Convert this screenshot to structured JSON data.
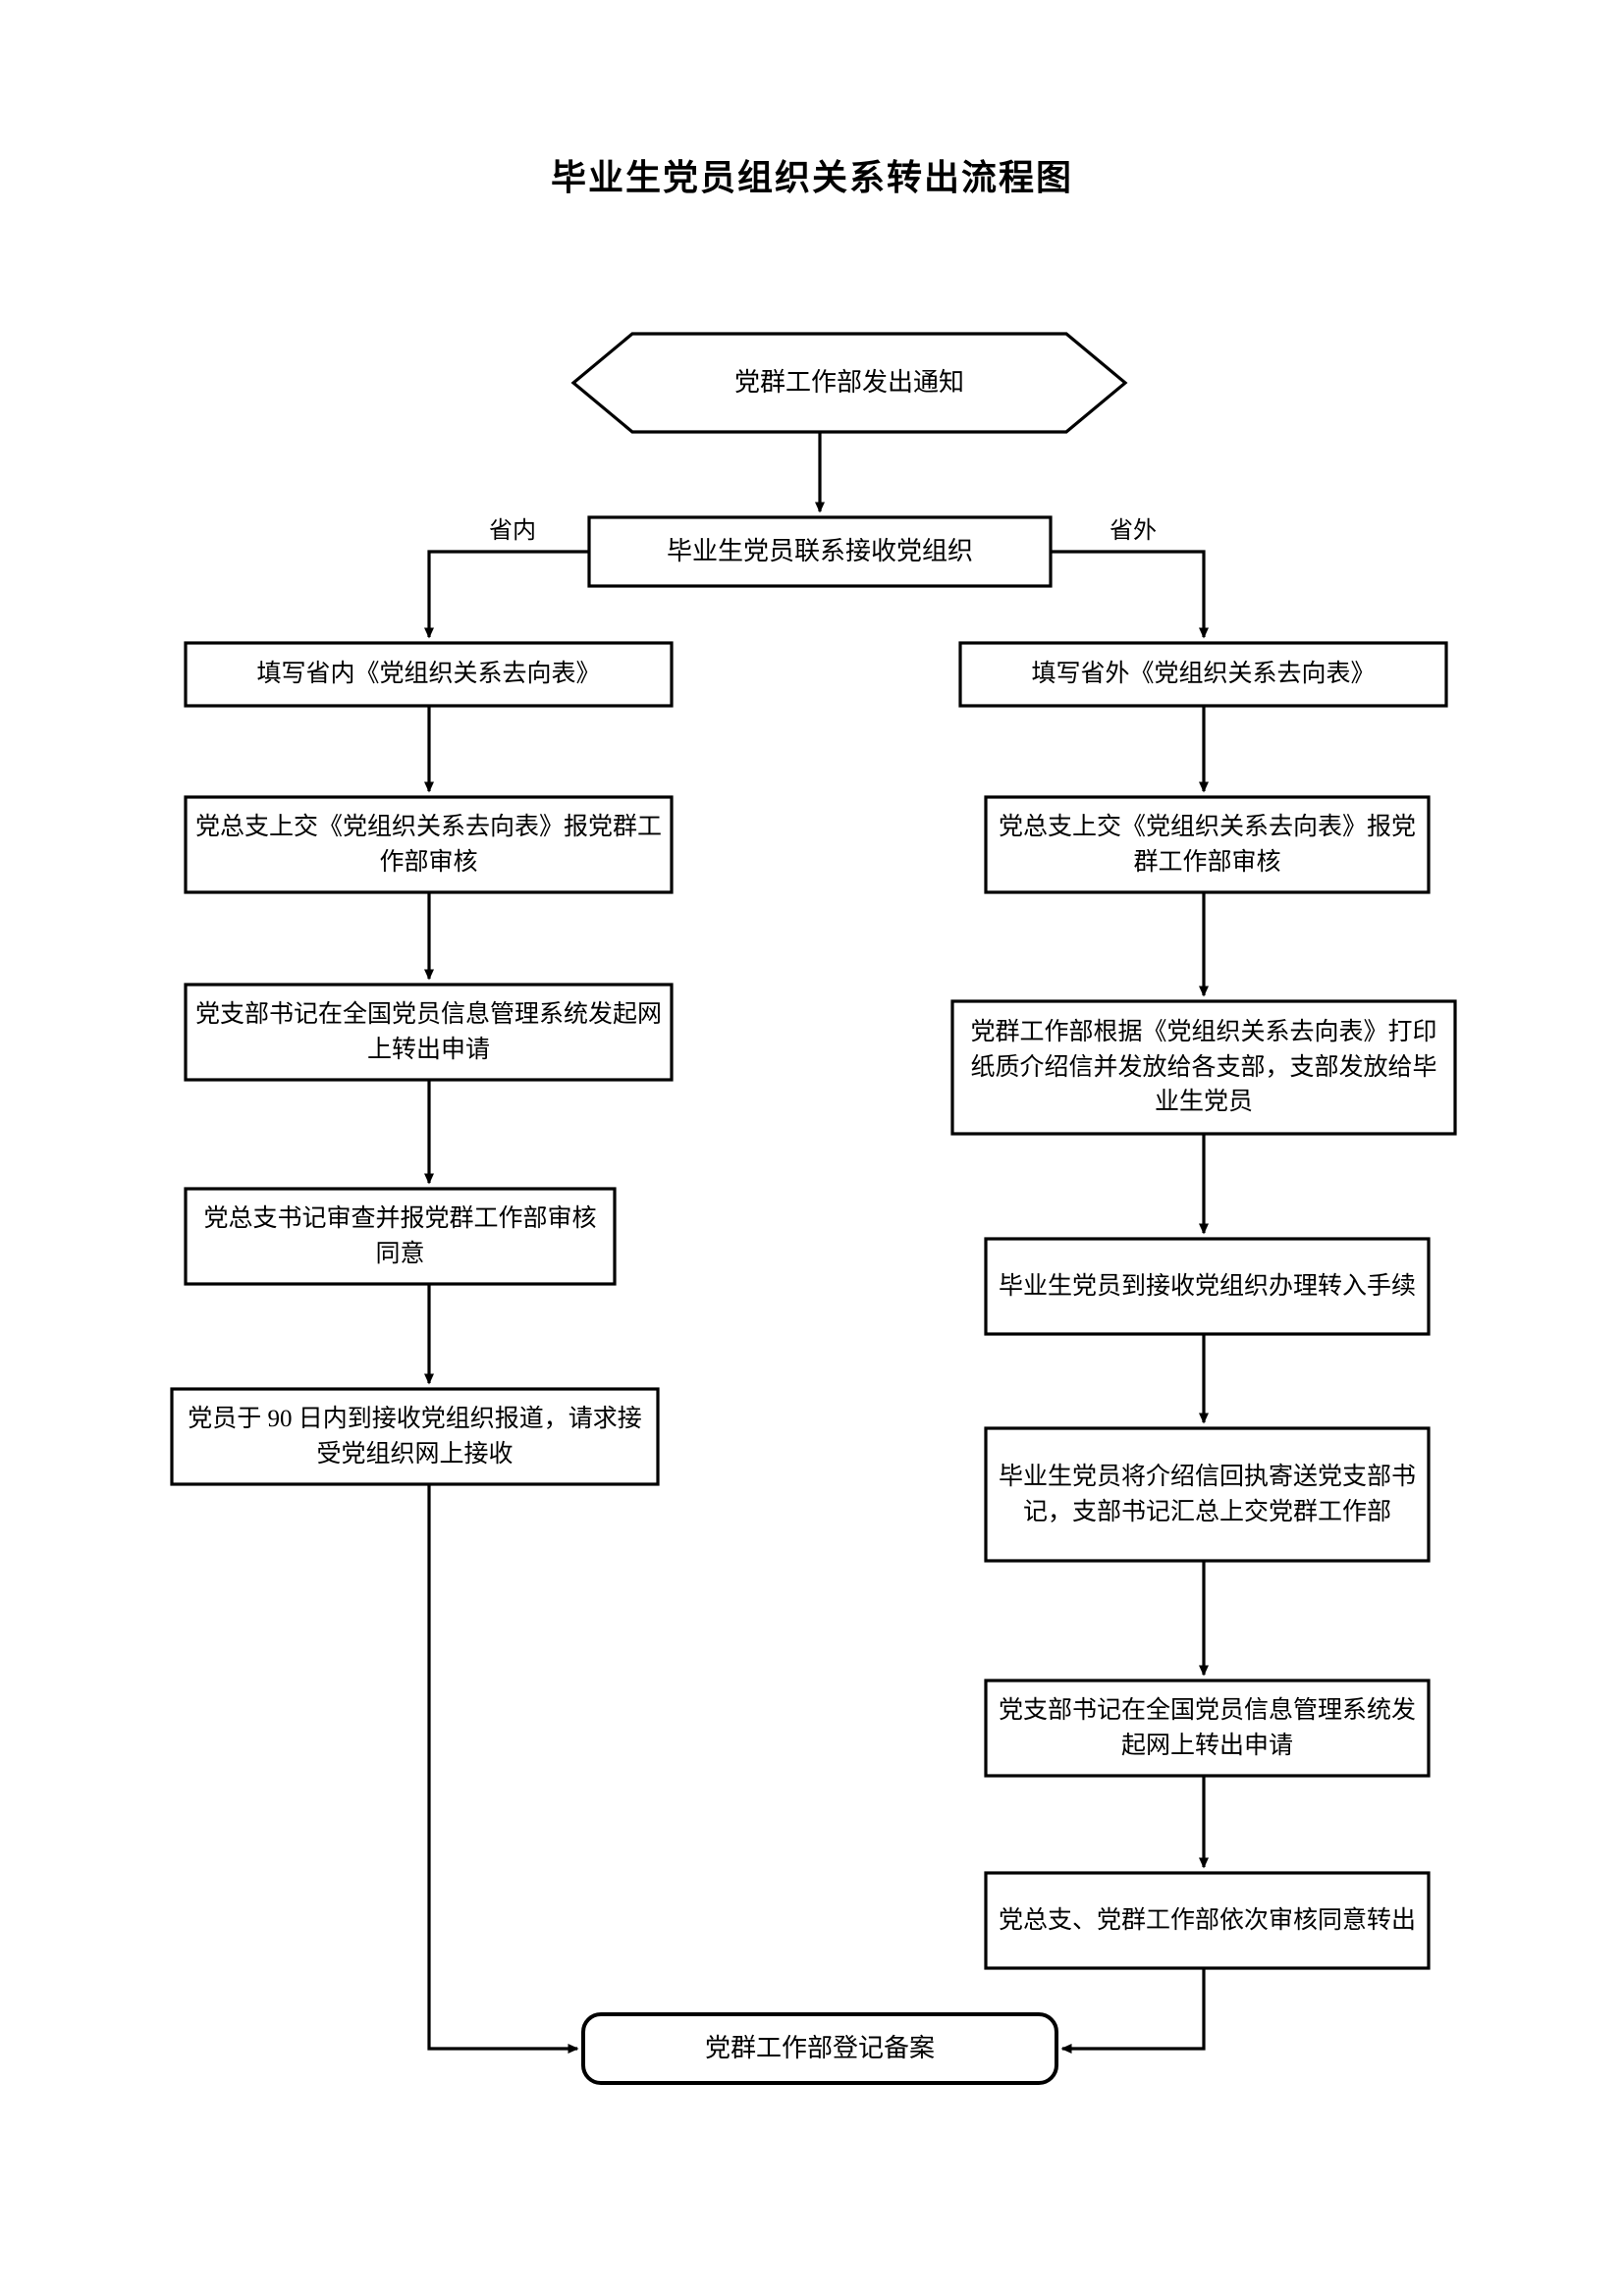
{
  "document": {
    "title": "毕业生党员组织关系转出流程图",
    "page_background": "#ffffff",
    "line_color": "#000000"
  },
  "chart_data": {
    "type": "diagram",
    "diagram_kind": "flowchart",
    "title": "毕业生党员组织关系转出流程图",
    "orientation": "top-to-bottom",
    "nodes": [
      {
        "id": "n1",
        "shape": "hexagon",
        "label": "党群工作部发出通知",
        "column": "center"
      },
      {
        "id": "n2",
        "shape": "rectangle",
        "label": "毕业生党员联系接收党组织",
        "column": "center"
      },
      {
        "id": "L1",
        "shape": "rectangle",
        "label": "填写省内《党组织关系去向表》",
        "column": "left"
      },
      {
        "id": "L2",
        "shape": "rectangle",
        "label": "党总支上交《党组织关系去向表》报党群工作部审核",
        "column": "left"
      },
      {
        "id": "L3",
        "shape": "rectangle",
        "label": "党支部书记在全国党员信息管理系统发起网上转出申请",
        "column": "left"
      },
      {
        "id": "L4",
        "shape": "rectangle",
        "label": "党总支书记审查并报党群工作部审核同意",
        "column": "left"
      },
      {
        "id": "L5",
        "shape": "rectangle",
        "label": "党员于 90 日内到接收党组织报道，请求接受党组织网上接收",
        "column": "left"
      },
      {
        "id": "R1",
        "shape": "rectangle",
        "label": "填写省外《党组织关系去向表》",
        "column": "right"
      },
      {
        "id": "R2",
        "shape": "rectangle",
        "label": "党总支上交《党组织关系去向表》报党群工作部审核",
        "column": "right"
      },
      {
        "id": "R3",
        "shape": "rectangle",
        "label": "党群工作部根据《党组织关系去向表》打印纸质介绍信并发放给各支部，支部发放给毕业生党员",
        "column": "right"
      },
      {
        "id": "R4",
        "shape": "rectangle",
        "label": "毕业生党员到接收党组织办理转入手续",
        "column": "right"
      },
      {
        "id": "R5",
        "shape": "rectangle",
        "label": "毕业生党员将介绍信回执寄送党支部书记，支部书记汇总上交党群工作部",
        "column": "right"
      },
      {
        "id": "R6",
        "shape": "rectangle",
        "label": "党支部书记在全国党员信息管理系统发起网上转出申请",
        "column": "right"
      },
      {
        "id": "R7",
        "shape": "rectangle",
        "label": "党总支、党群工作部依次审核同意转出",
        "column": "right"
      },
      {
        "id": "END",
        "shape": "rounded-rectangle",
        "label": "党群工作部登记备案",
        "column": "center"
      }
    ],
    "edges": [
      {
        "from": "n1",
        "to": "n2",
        "label": ""
      },
      {
        "from": "n2",
        "to": "L1",
        "label": "省内"
      },
      {
        "from": "n2",
        "to": "R1",
        "label": "省外"
      },
      {
        "from": "L1",
        "to": "L2",
        "label": ""
      },
      {
        "from": "L2",
        "to": "L3",
        "label": ""
      },
      {
        "from": "L3",
        "to": "L4",
        "label": ""
      },
      {
        "from": "L4",
        "to": "L5",
        "label": ""
      },
      {
        "from": "L5",
        "to": "END",
        "label": ""
      },
      {
        "from": "R1",
        "to": "R2",
        "label": ""
      },
      {
        "from": "R2",
        "to": "R3",
        "label": ""
      },
      {
        "from": "R3",
        "to": "R4",
        "label": ""
      },
      {
        "from": "R4",
        "to": "R5",
        "label": ""
      },
      {
        "from": "R5",
        "to": "R6",
        "label": ""
      },
      {
        "from": "R6",
        "to": "R7",
        "label": ""
      },
      {
        "from": "R7",
        "to": "END",
        "label": ""
      }
    ],
    "edge_labels": {
      "branch_left": "省内",
      "branch_right": "省外"
    }
  },
  "nodes": {
    "start": {
      "label": "党群工作部发出通知"
    },
    "contact": {
      "label": "毕业生党员联系接收党组织"
    },
    "left": {
      "step1": {
        "label": "填写省内《党组织关系去向表》"
      },
      "step2": {
        "label": "党总支上交《党组织关系去向表》报党群工作部审核"
      },
      "step3": {
        "label": "党支部书记在全国党员信息管理系统发起网上转出申请"
      },
      "step4": {
        "label": "党总支书记审查并报党群工作部审核同意"
      },
      "step5": {
        "label": "党员于 90 日内到接收党组织报道，请求接受党组织网上接收"
      }
    },
    "right": {
      "step1": {
        "label": "填写省外《党组织关系去向表》"
      },
      "step2": {
        "label": "党总支上交《党组织关系去向表》报党群工作部审核"
      },
      "step3": {
        "label": "党群工作部根据《党组织关系去向表》打印纸质介绍信并发放给各支部，支部发放给毕业生党员"
      },
      "step4": {
        "label": "毕业生党员到接收党组织办理转入手续"
      },
      "step5": {
        "label": "毕业生党员将介绍信回执寄送党支部书记，支部书记汇总上交党群工作部"
      },
      "step6": {
        "label": "党支部书记在全国党员信息管理系统发起网上转出申请"
      },
      "step7": {
        "label": "党总支、党群工作部依次审核同意转出"
      }
    },
    "end": {
      "label": "党群工作部登记备案"
    }
  },
  "labels": {
    "branch_in_province": "省内",
    "branch_out_province": "省外"
  }
}
